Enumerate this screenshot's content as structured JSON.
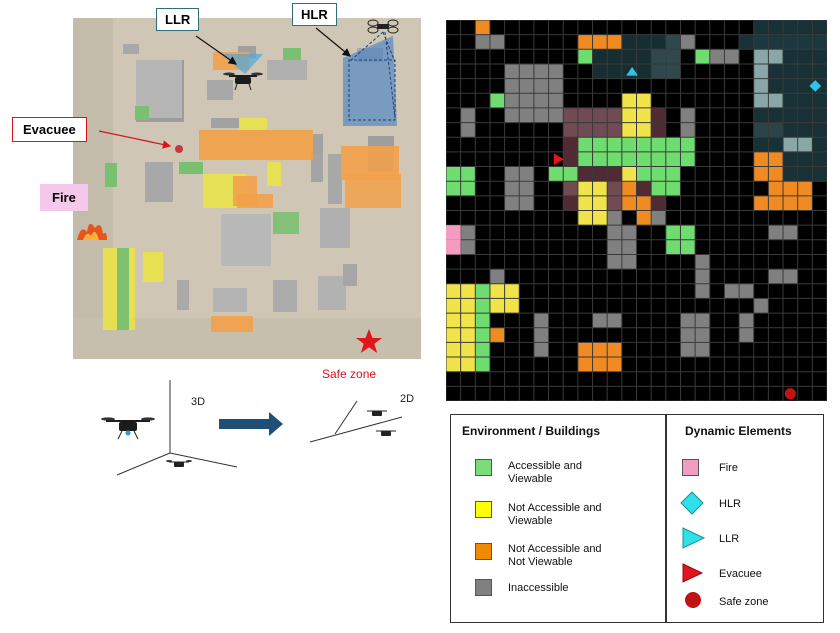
{
  "scene": {
    "labels": {
      "llr": "LLR",
      "hlr": "HLR",
      "evacuee": "Evacuee",
      "fire": "Fire",
      "safe_zone": "Safe zone"
    },
    "colors": {
      "ground": "#cfc6b6",
      "building": "#a9a9a9",
      "orange": "#f2a14a",
      "yellow": "#e8e24a",
      "green": "#79c070",
      "hlr_cone": "#3f7fc7",
      "llr_cone": "#4da8e0",
      "safe_star": "#e3141b"
    },
    "icons": [
      "drone-icon",
      "fire-icon",
      "star-icon",
      "evacuee-icon"
    ]
  },
  "projection": {
    "label_3d": "3D",
    "label_2d": "2D",
    "arrow_color": "#1f4e79"
  },
  "grid": {
    "cols": 26,
    "rows": 26,
    "colors": {
      "empty": "#000000",
      "gridline": "#3a3a3a",
      "accessible_viewable": "#6fdc6f",
      "not_accessible_viewable": "#f0e44a",
      "not_accessible_not_viewable": "#f08a22",
      "inaccessible": "#808080",
      "fire": "#f49bc2",
      "hlr": "#2ec4e6",
      "llr": "#2ec4e6",
      "evacuee": "#e3141b",
      "safe_zone": "#c01414"
    }
  },
  "legend": {
    "environment_title": "Environment / Buildings",
    "dynamic_title": "Dynamic Elements",
    "environment_items": [
      {
        "label": "Accessible and Viewable",
        "color": "#7bdc7b"
      },
      {
        "label": "Not Accessible and Viewable",
        "color": "#ffff00"
      },
      {
        "label": "Not Accessible and Not Viewable",
        "color": "#f08a00"
      },
      {
        "label": "Inaccessible",
        "color": "#808080"
      }
    ],
    "dynamic_items": [
      {
        "label": "Fire",
        "icon": "fire-square-icon",
        "color": "#f49bc2"
      },
      {
        "label": "HLR",
        "icon": "hlr-diamond-icon",
        "color": "#2ee0e8"
      },
      {
        "label": "LLR",
        "icon": "llr-triangle-icon",
        "color": "#2ee0e8"
      },
      {
        "label": "Evacuee",
        "icon": "evacuee-triangle-icon",
        "color": "#e3141b"
      },
      {
        "label": "Safe zone",
        "icon": "safe-zone-circle-icon",
        "color": "#c01414"
      }
    ]
  }
}
